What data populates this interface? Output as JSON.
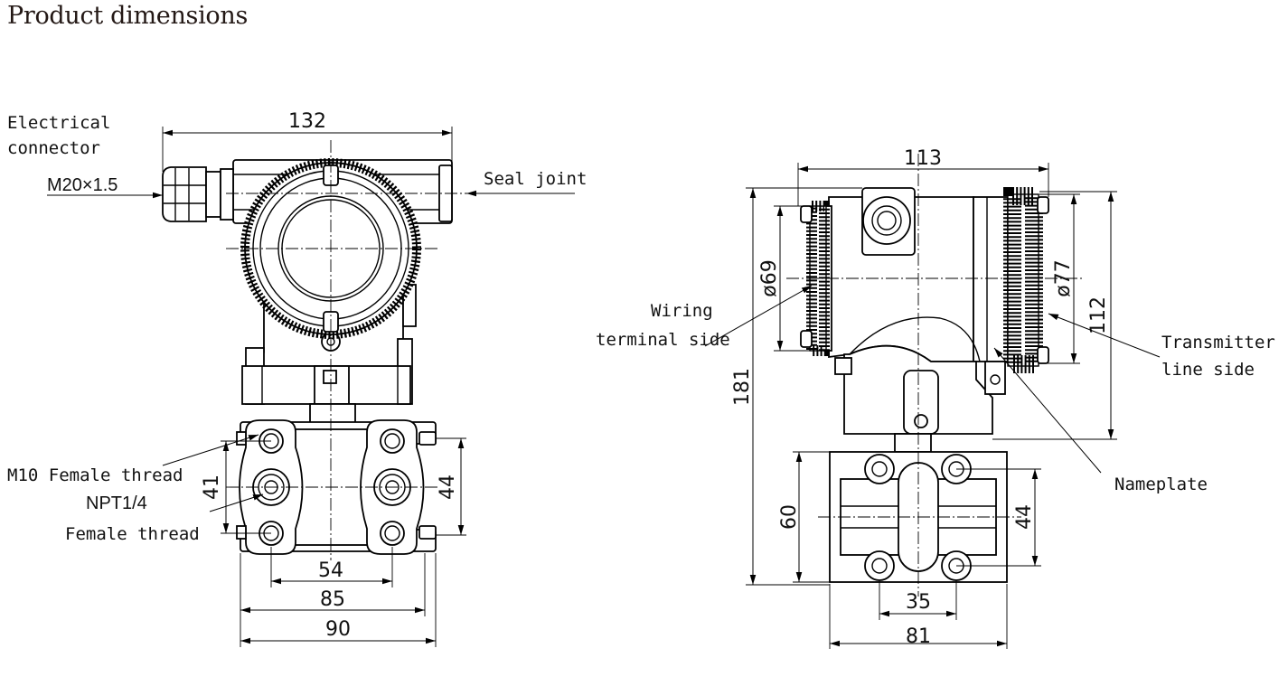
{
  "title": "Product dimensions",
  "front_view": {
    "labels": {
      "electrical_connector_line1": "Electrical",
      "electrical_connector_line2": "connector",
      "thread_spec": "M20×1.5",
      "seal_joint": "Seal joint",
      "m10_thread": "M10 Female thread",
      "npt_line1": "NPT1/4",
      "npt_line2": "Female thread"
    },
    "dimensions": {
      "overall_width": "132",
      "flange_height": "41",
      "flange_outer_height": "44",
      "port_spacing": "54",
      "bolt_spacing": "85",
      "flange_width": "90"
    }
  },
  "side_view": {
    "labels": {
      "wiring_line1": "Wiring",
      "wiring_line2": "terminal side",
      "transmitter_line1": "Transmitter",
      "transmitter_line2": "line side",
      "nameplate": "Nameplate"
    },
    "dimensions": {
      "housing_width": "113",
      "cover_diameter_left": "ø69",
      "cover_diameter_right": "ø77",
      "housing_height": "112",
      "overall_height": "181",
      "flange_height": "60",
      "flange_inner_height": "44",
      "bolt_spacing": "35",
      "flange_width": "81"
    }
  }
}
